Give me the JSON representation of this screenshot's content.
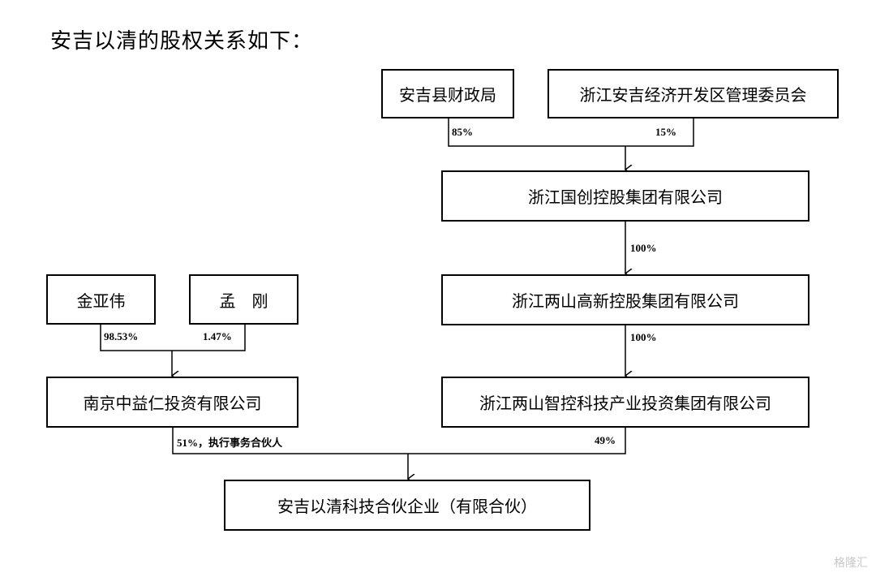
{
  "title": "安吉以清的股权关系如下：",
  "boxes": {
    "anji_finance": "安吉县财政局",
    "anji_devzone": "浙江安吉经济开发区管理委员会",
    "guochuang": "浙江国创控股集团有限公司",
    "liangshan_gaoxin": "浙江两山高新控股集团有限公司",
    "jin_yawei": "金亚伟",
    "meng_gang": "孟　刚",
    "nanjing_zhongyi": "南京中益仁投资有限公司",
    "liangshan_zhikong": "浙江两山智控科技产业投资集团有限公司",
    "anji_yiqing": "安吉以清科技合伙企业（有限合伙）"
  },
  "pcts": {
    "finance": "85%",
    "devzone": "15%",
    "guochuang_to_gaoxin": "100%",
    "gaoxin_to_zhikong": "100%",
    "jin": "98.53%",
    "meng": "1.47%",
    "nanjing": "51%，执行事务合伙人",
    "zhikong": "49%"
  },
  "watermark": "格隆汇"
}
